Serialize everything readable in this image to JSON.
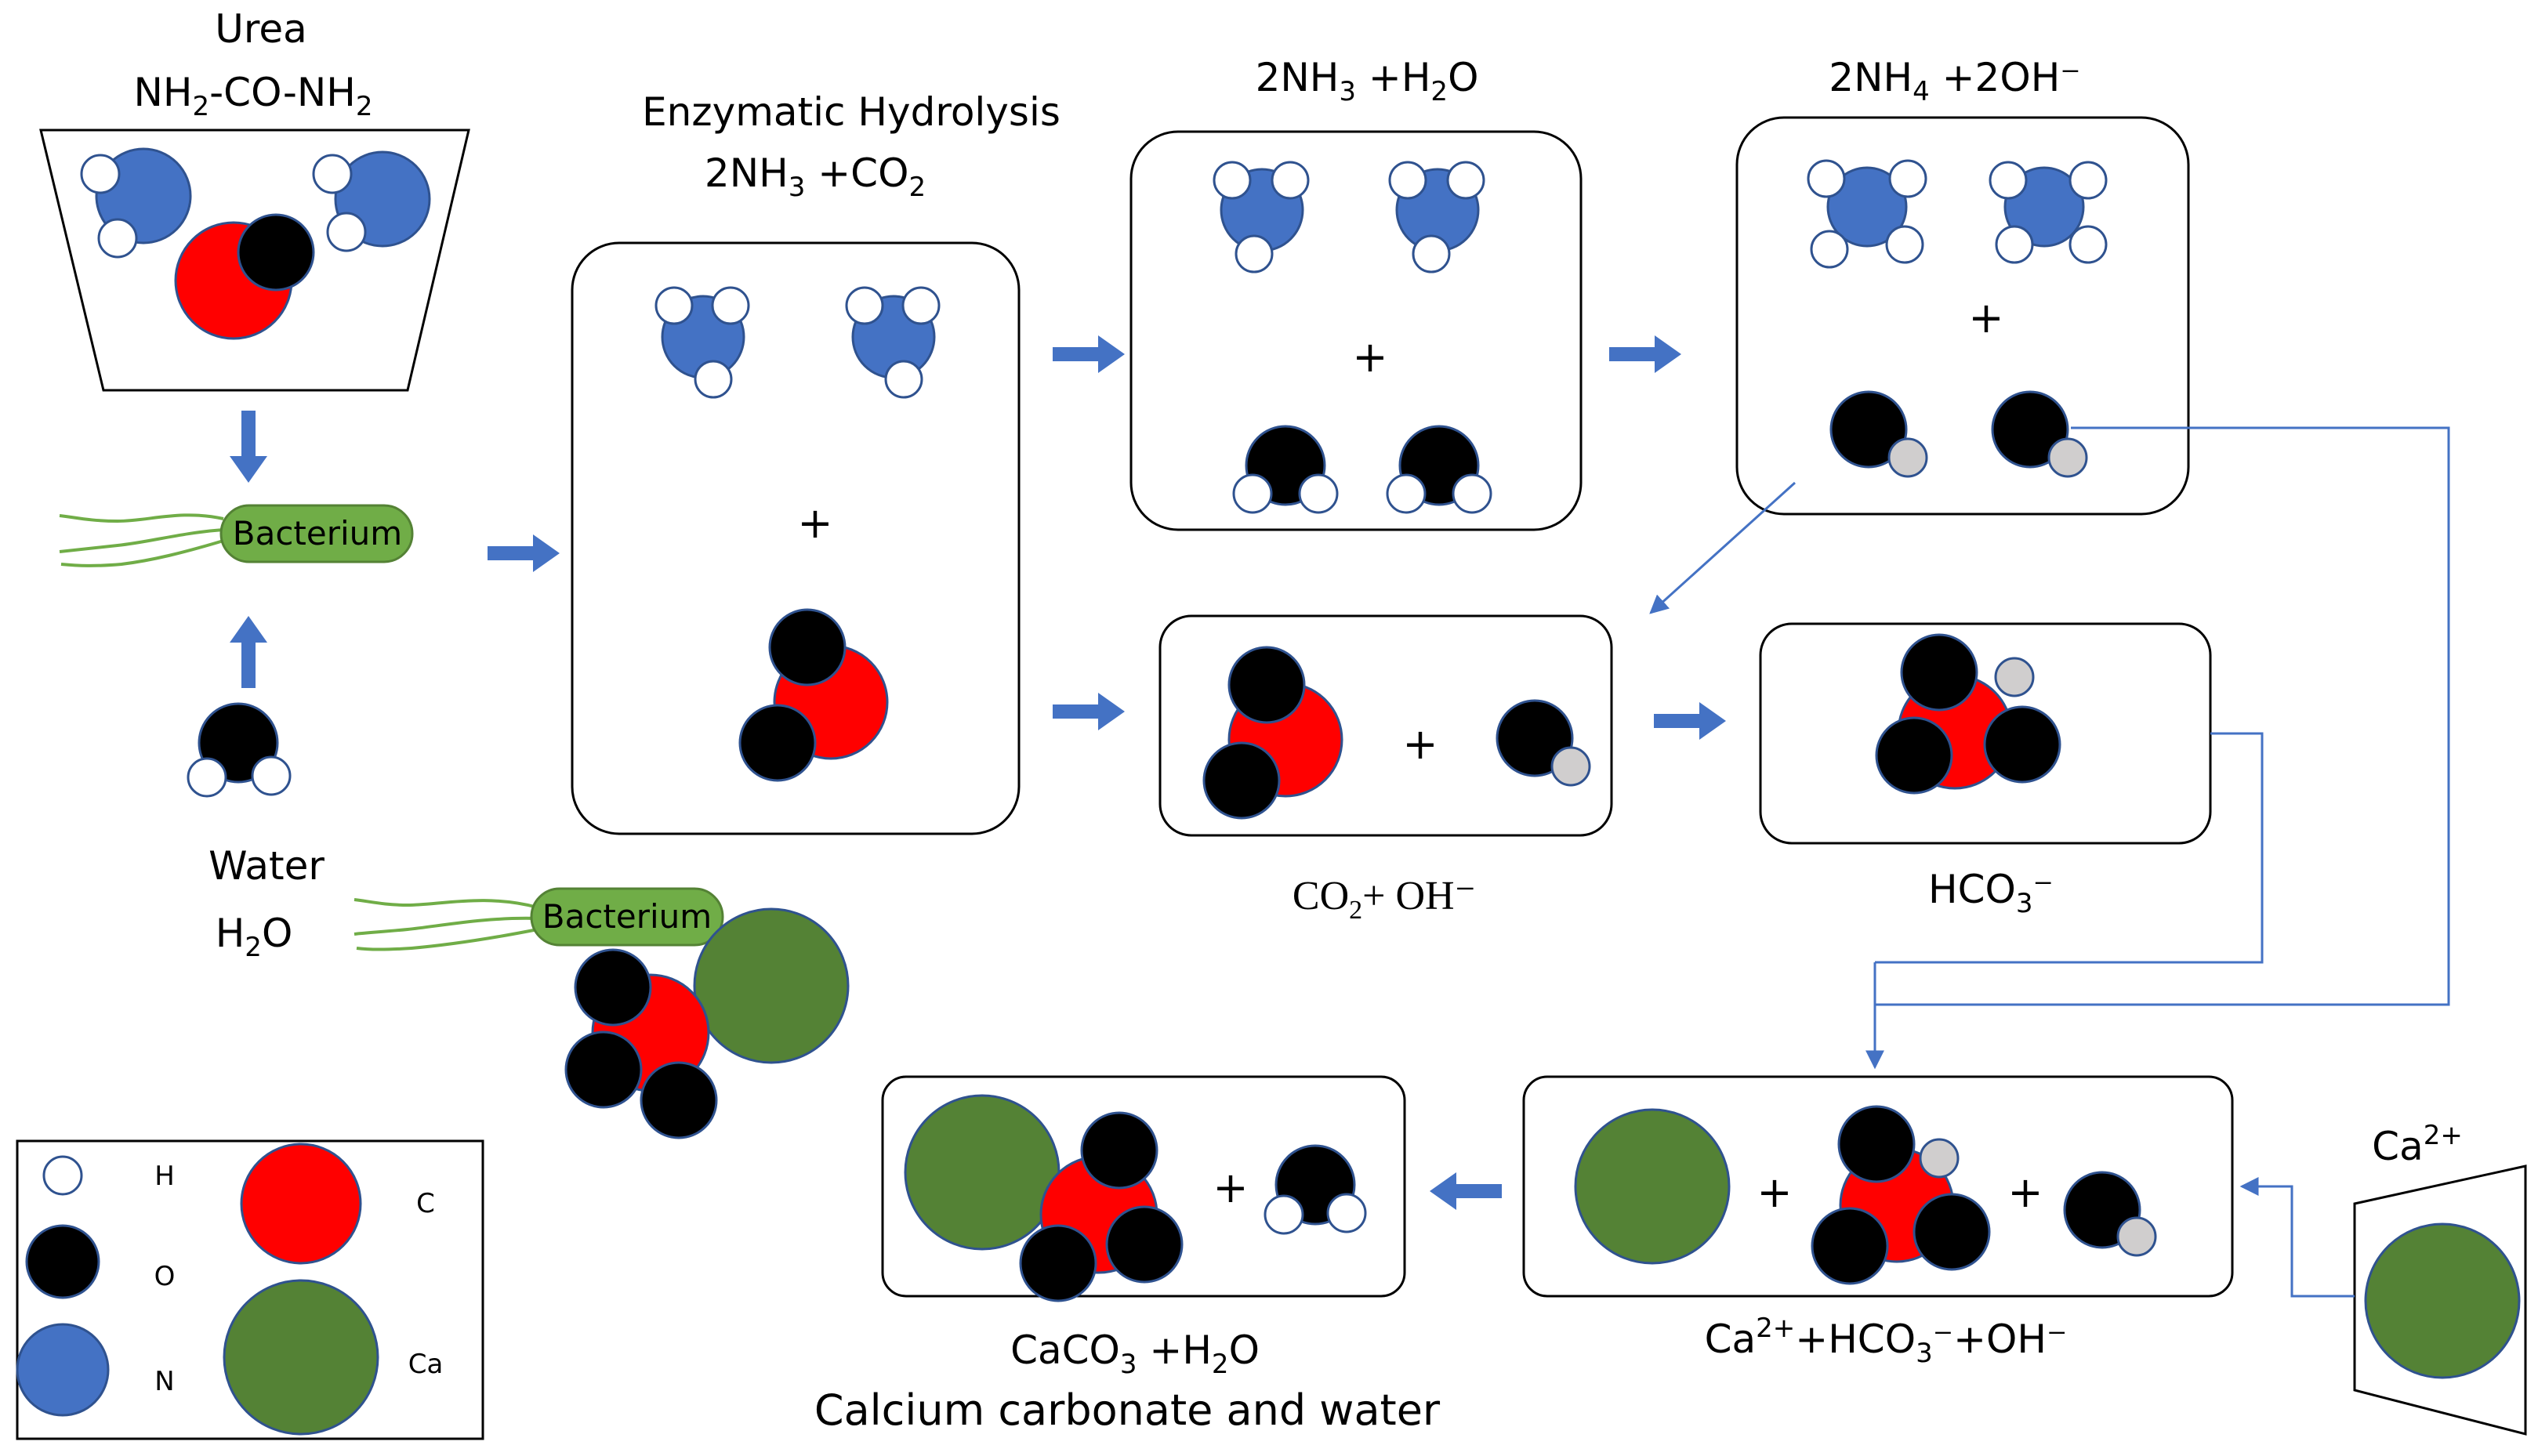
{
  "urea": {
    "name": "Urea",
    "formula_a": "NH",
    "formula_sub1": "2",
    "formula_b": "-CO-NH",
    "formula_sub2": "2"
  },
  "bacterium_label": "Bacterium",
  "water": {
    "name": "Water",
    "formula_a": "H",
    "formula_sub": "2",
    "formula_b": "O"
  },
  "hydrolysis": {
    "title": "Enzymatic Hydrolysis",
    "eq_a": "2NH",
    "eq_sub1": "3",
    "eq_b": " +CO",
    "eq_sub2": "2"
  },
  "step_nh3_water": {
    "eq_a": "2NH",
    "eq_sub1": "3",
    "eq_b": " +H",
    "eq_sub2": "2",
    "eq_c": "O",
    "plus": "+"
  },
  "step_nh4_oh": {
    "eq_a": "2NH",
    "eq_sub1": "4",
    "eq_b": " +2OH",
    "eq_sup": "⁻",
    "plus": "+"
  },
  "step_co2_oh": {
    "eq_a": "CO",
    "eq_sub": "2",
    "eq_b": "+ OH",
    "eq_sup": "⁻",
    "plus": "+"
  },
  "step_hco3": {
    "eq_a": "HCO",
    "eq_sub": "3",
    "eq_sup": "⁻"
  },
  "step_ca_hco3_oh": {
    "eq_a": "Ca",
    "eq_sup1": "2+",
    "eq_b": "+HCO",
    "eq_sub": "3",
    "eq_sup2": "⁻",
    "eq_c": "+OH",
    "eq_sup3": "⁻",
    "plus1": "+",
    "plus2": "+"
  },
  "calcium_source": {
    "label_a": "Ca",
    "label_sup": "2+"
  },
  "product": {
    "eq_a": "CaCO",
    "eq_sub1": "3",
    "eq_b": " +H",
    "eq_sub2": "2",
    "eq_c": "O",
    "name": "Calcium carbonate and water",
    "plus": "+"
  },
  "legend": {
    "items": [
      "H",
      "O",
      "N",
      "C",
      "Ca"
    ]
  },
  "colors": {
    "nitrogen": "#4472c4",
    "oxygen": "#000000",
    "carbon": "#ff0000",
    "hydrogen": "#ffffff",
    "hydroxide_hydrogen": "#d0cece",
    "calcium": "#548235",
    "bacterium": "#70ad47",
    "arrow": "#4472c4"
  }
}
